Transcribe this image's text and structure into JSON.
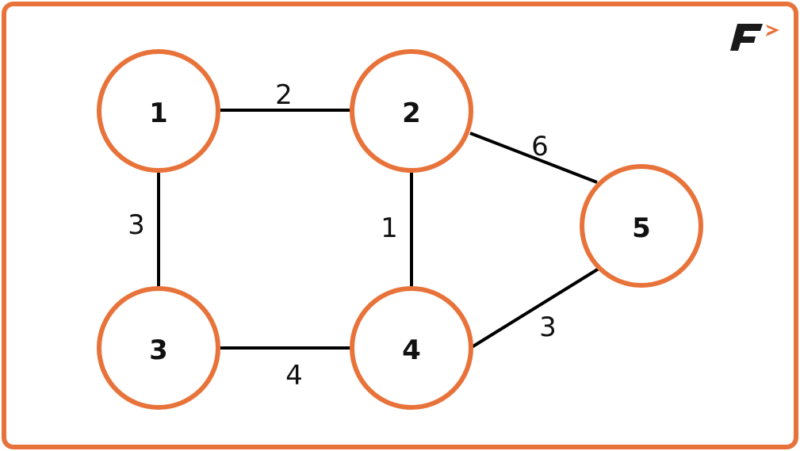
{
  "colors": {
    "accent": "#E8733A",
    "edge": "#000000",
    "logo_dark": "#1a1a1a"
  },
  "logo": {
    "icon": "brand-logo-f-arrow-icon"
  },
  "graph": {
    "nodes": [
      {
        "id": "n1",
        "label": "1"
      },
      {
        "id": "n2",
        "label": "2"
      },
      {
        "id": "n3",
        "label": "3"
      },
      {
        "id": "n4",
        "label": "4"
      },
      {
        "id": "n5",
        "label": "5"
      }
    ],
    "edges": [
      {
        "id": "e12",
        "from": "1",
        "to": "2",
        "weight": "2"
      },
      {
        "id": "e13",
        "from": "1",
        "to": "3",
        "weight": "3"
      },
      {
        "id": "e24",
        "from": "2",
        "to": "4",
        "weight": "1"
      },
      {
        "id": "e25",
        "from": "2",
        "to": "5",
        "weight": "6"
      },
      {
        "id": "e34",
        "from": "3",
        "to": "4",
        "weight": "4"
      },
      {
        "id": "e45",
        "from": "4",
        "to": "5",
        "weight": "3"
      }
    ]
  }
}
